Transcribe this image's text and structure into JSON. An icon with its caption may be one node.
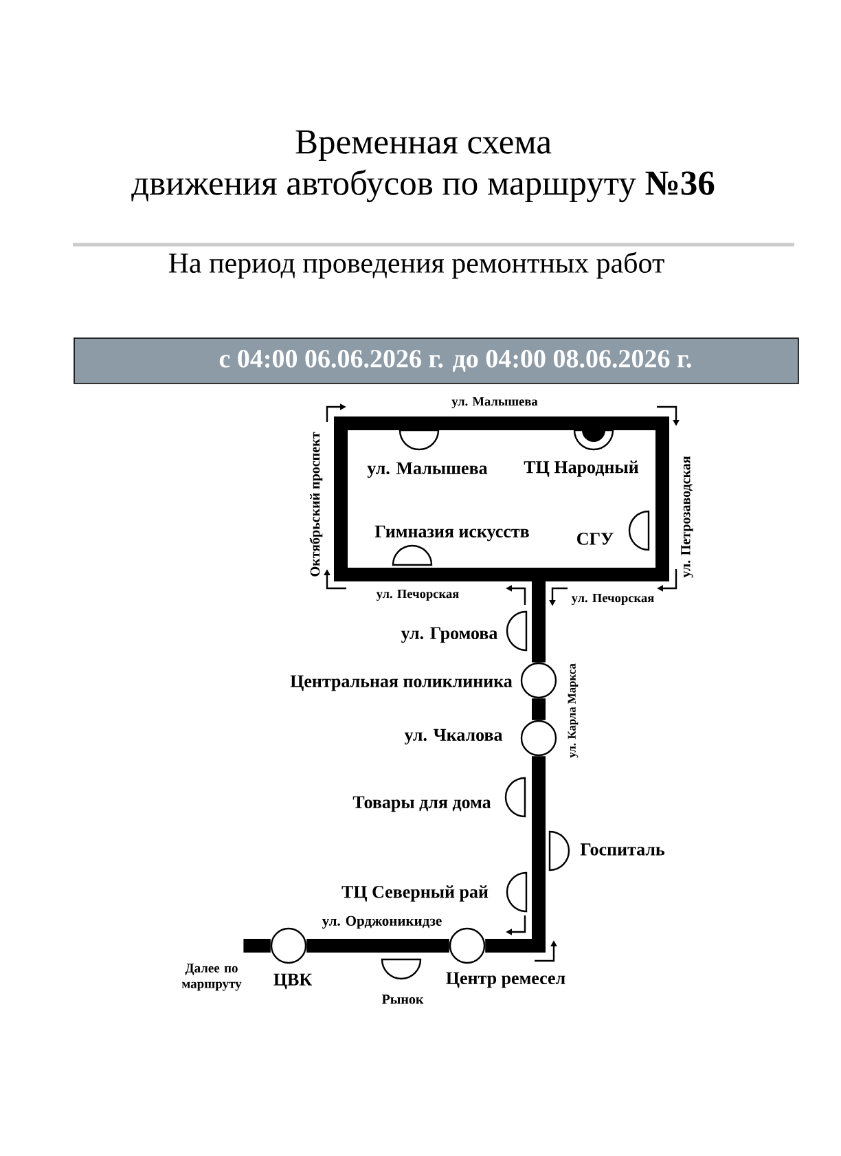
{
  "diagram": {
    "title": "Временная схема движения автобусов по маршруту **№36**",
    "nodes": [
      {
        "text": [
          "с 04:00 06.06.2026 г. до 04:00 08.06.2026 г."
        ]
      },
      {
        "text": [],
        "shape": "box"
      },
      {
        "text": [],
        "shape": "semicircle",
        "beside": [
          "ул. Малышева"
        ],
        "in": 1
      },
      {
        "text": [],
        "shape": "semicircle",
        "beside": [
          "ТЦ Народный"
        ],
        "in": 1
      },
      {
        "text": [],
        "shape": "semicircle",
        "beside": [
          "Гимназия искусств"
        ],
        "in": 1
      },
      {
        "text": [],
        "shape": "semicircle",
        "beside": [
          "СГУ"
        ],
        "in": 1
      },
      {
        "text": [],
        "shape": "semicircle",
        "beside": [
          "ул. Громова"
        ]
      },
      {
        "text": [],
        "shape": "circle",
        "beside": [
          "Центральная поликлиника"
        ]
      },
      {
        "text": [],
        "shape": "circle",
        "beside": [
          "ул. Чкалова"
        ]
      },
      {
        "text": [],
        "shape": "semicircle",
        "beside": [
          "Товары для дома"
        ]
      },
      {
        "text": [],
        "shape": "semicircle",
        "beside": [
          "Госпиталь"
        ]
      },
      {
        "text": [],
        "shape": "semicircle",
        "beside": [
          "ТЦ Северный рай"
        ]
      },
      {
        "text": [
          "Далее по маршруту"
        ]
      },
      {
        "text": [],
        "shape": "circle",
        "beside": [
          "ЦВК"
        ]
      },
      {
        "text": [],
        "shape": "circle",
        "beside": [
          "Центр ремесел"
        ]
      },
      {
        "text": [],
        "shape": "semicircle",
        "beside": [
          "Рынок"
        ]
      }
    ],
    "edges": [
      {
        "from": 12,
        "to": 13,
        "arrow": "none"
      },
      {
        "from": 13,
        "to": 14,
        "arrow": "none"
      },
      {
        "from": 14,
        "to": 8,
        "arrow": "none"
      },
      {
        "from": 8,
        "to": 7,
        "arrow": "none"
      },
      {
        "from": 7,
        "to": 1,
        "arrow": "none"
      }
    ],
    "labels": [
      "На период проведения ремонтных работ",
      "ул. Малышева",
      "Октябрьский проспект",
      "ул. Петрозаводская",
      "ул. Печорская",
      "ул. Печорская",
      "ул. Карла Маркса",
      "ул. Орджоникидзе"
    ]
  }
}
